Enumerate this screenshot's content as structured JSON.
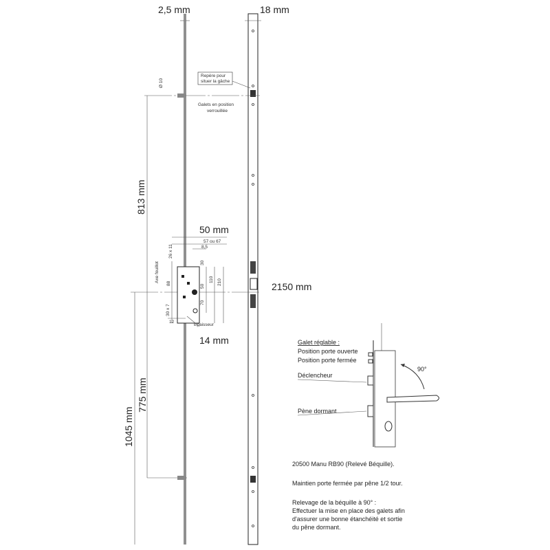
{
  "dims": {
    "profile_thickness": "2,5 mm",
    "faceplate_width": "18 mm",
    "diameter": "Ø 10",
    "upper_length": "813 mm",
    "backset_width": "50 mm",
    "backset_options": "57 ou 67",
    "offset_85": "8,5",
    "spindle_square": "26 x 11",
    "axe_label": "Axe fouillot",
    "d88": "88",
    "d30": "30",
    "d50": "50",
    "d70": "70",
    "d110": "110",
    "d210": "210",
    "cylinder": "30 x 7",
    "d12": "12",
    "thickness_label": "Epaisseur",
    "thickness": "14 mm",
    "total_length": "2150 mm",
    "lower_length": "775 mm",
    "lower_total": "1045 mm"
  },
  "callouts": {
    "marker_box": [
      "Repère pour",
      "situer la gâche"
    ],
    "rollers": [
      "Galets en position",
      "verrouillée"
    ]
  },
  "detail": {
    "adjustable_roller": "Galet réglable :",
    "open_position": "Position porte ouverte",
    "closed_position": "Position porte fermée",
    "trigger": "Déclencheur",
    "deadbolt": "Pène dormant",
    "angle": "90°"
  },
  "notes": {
    "model": "20500 Manu RB90 (Relevé Béquille).",
    "hold": "Maintien porte fermée par pêne 1/2 tour.",
    "lift_title": "Relevage de la béquille à 90° :",
    "lift_text": [
      "Effectuer la mise en place des galets afin",
      "d'assurer une bonne étanchéité et sortie",
      "du pêne dormant."
    ]
  }
}
